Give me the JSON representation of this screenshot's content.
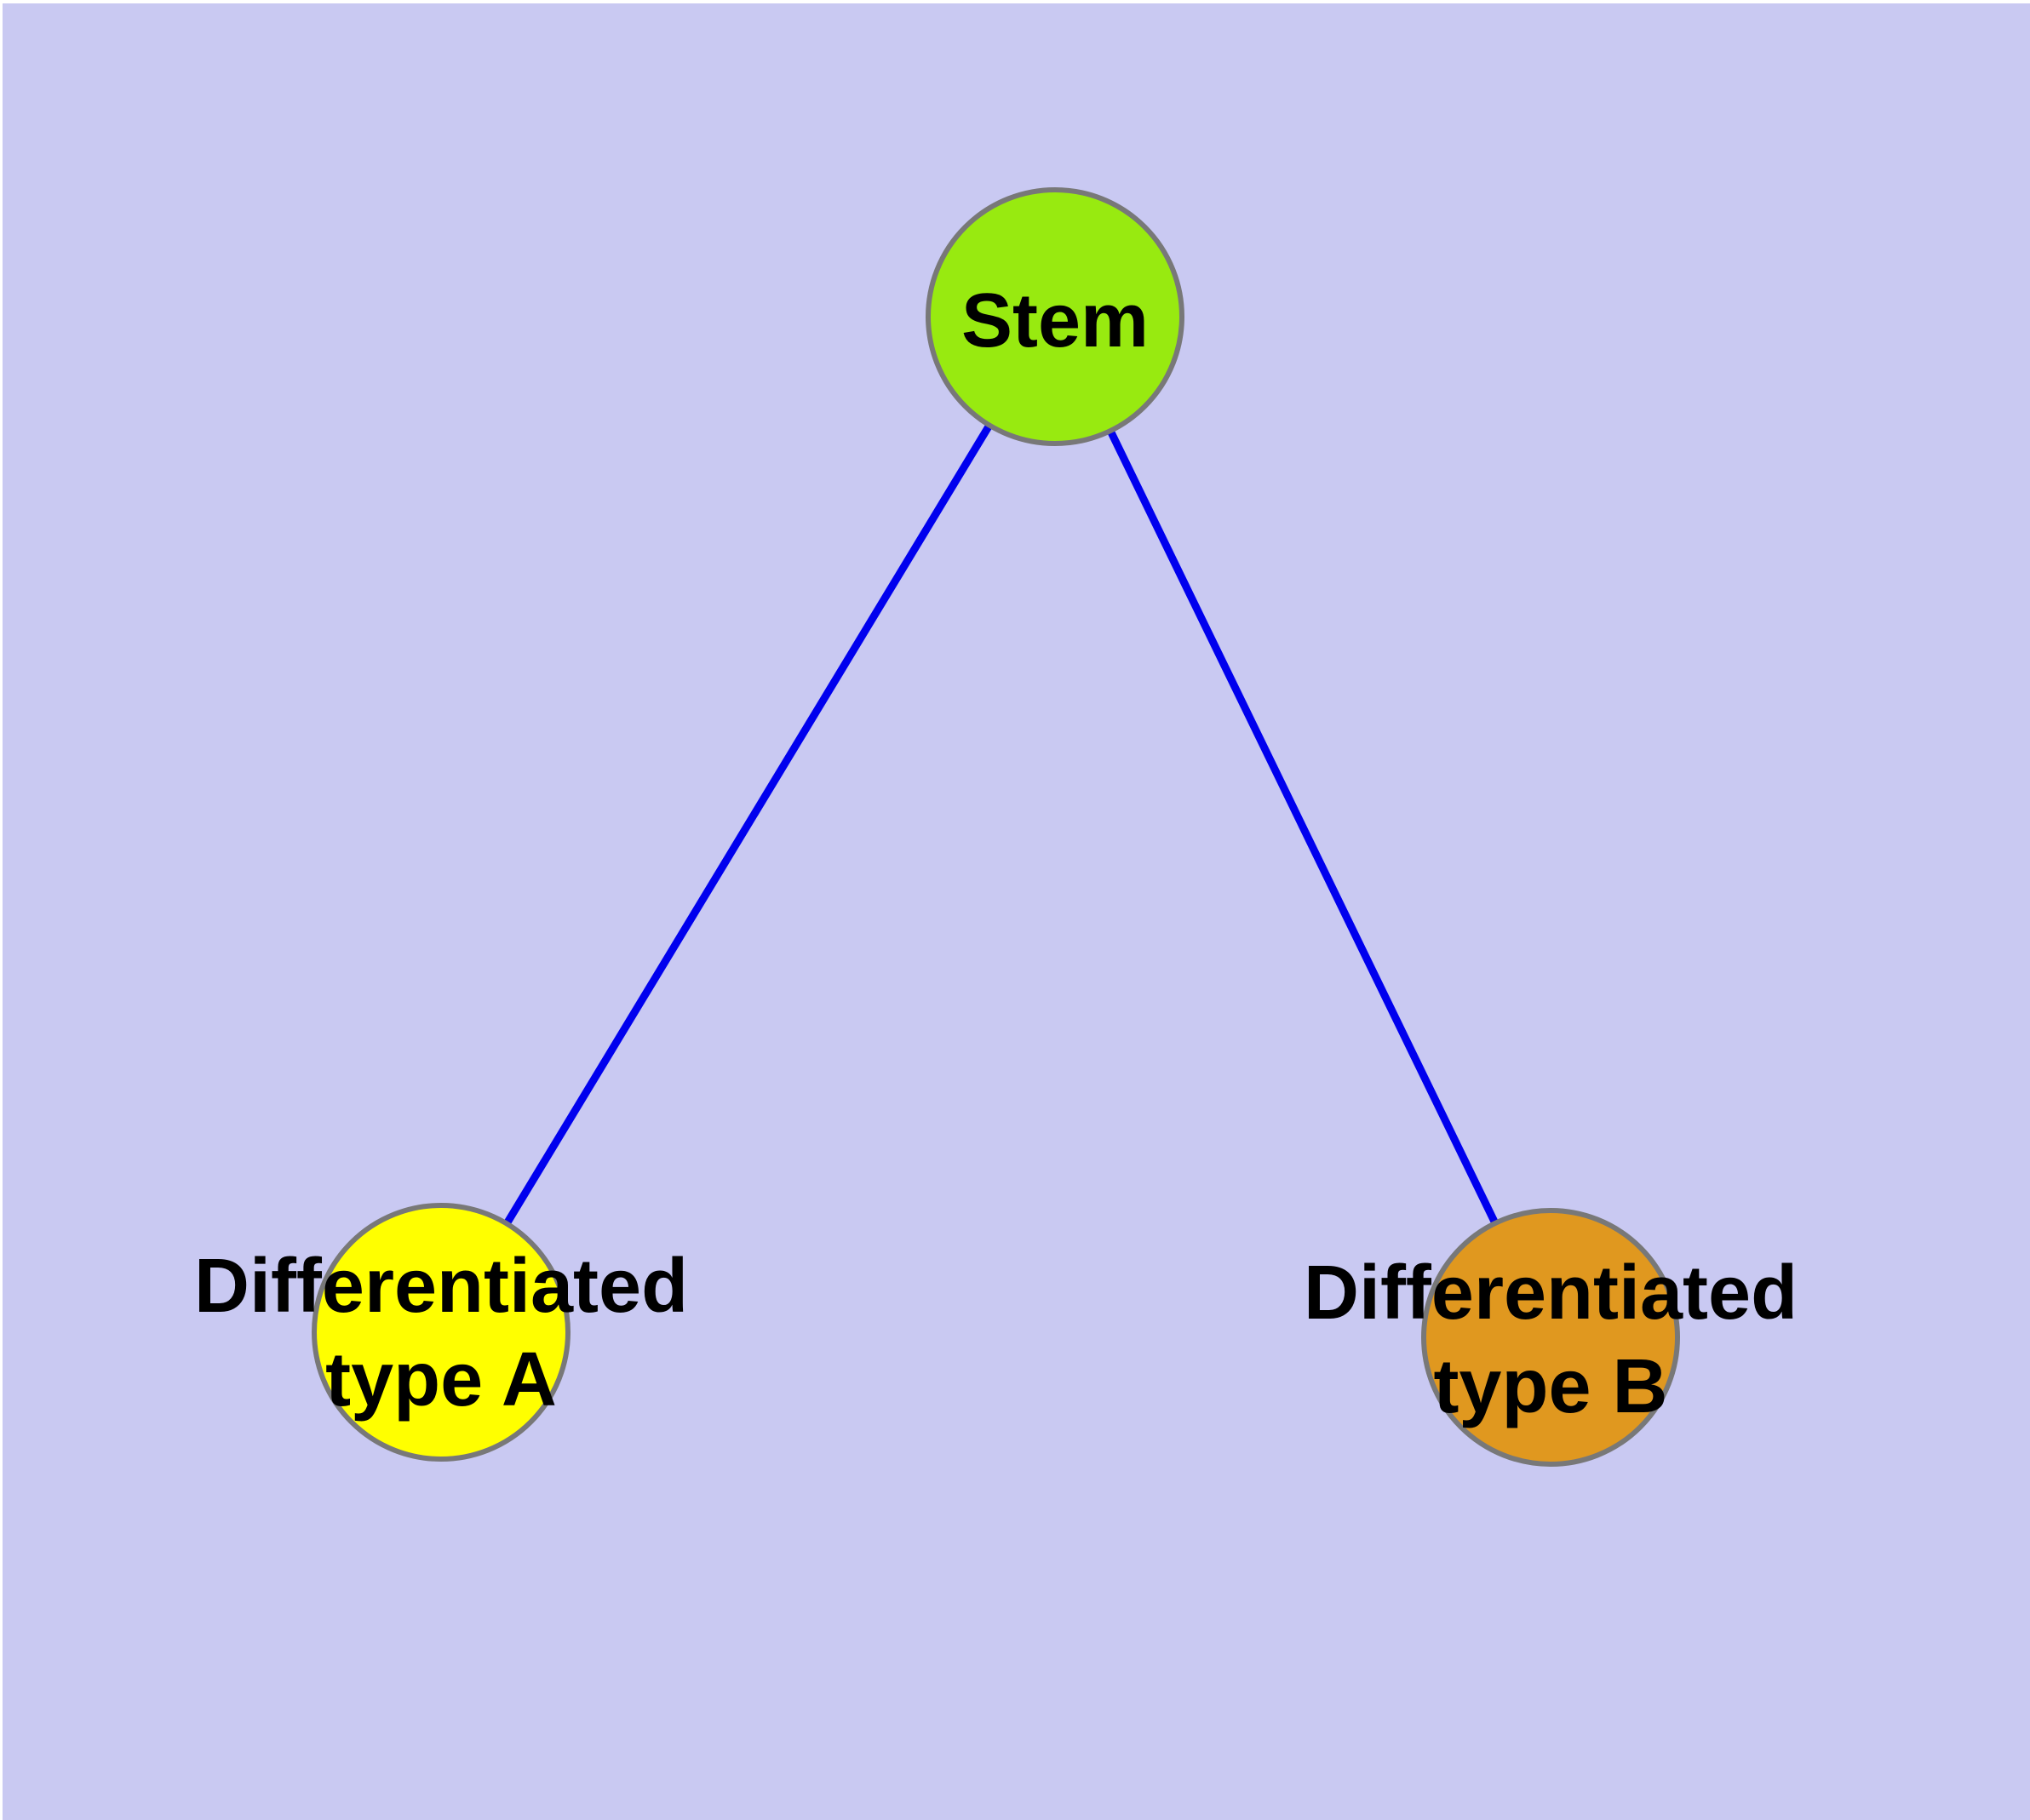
{
  "diagram": {
    "kind": "node-link-graph",
    "background_color": "#C9C9F2",
    "margin_color": "#FFFFFF",
    "colors": {
      "edge": "#0000EE",
      "node_border": "#787878",
      "label_text": "#000000"
    },
    "nodes": [
      {
        "id": "stem",
        "label_lines": [
          "Stem"
        ],
        "fill": "#98EA10"
      },
      {
        "id": "differentiated-type-a",
        "label_lines": [
          "Differentiated",
          "type A"
        ],
        "fill": "#FFFF00"
      },
      {
        "id": "differentiated-type-b",
        "label_lines": [
          "Differentiated",
          "type B"
        ],
        "fill": "#E0981F"
      }
    ],
    "edges": [
      {
        "from": "Stem",
        "to": "Differentiated type A"
      },
      {
        "from": "Stem",
        "to": "Differentiated type B"
      }
    ]
  }
}
